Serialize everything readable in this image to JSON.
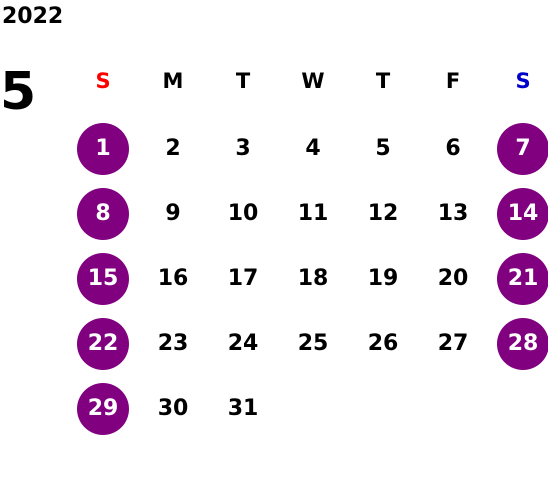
{
  "year": "2022",
  "month": "5",
  "weekday_headers": [
    "S",
    "M",
    "T",
    "W",
    "T",
    "F",
    "S"
  ],
  "weekend_circle_color": "#800080",
  "sunday_header_color": "#ff0000",
  "saturday_header_color": "#0000cc",
  "weeks": [
    [
      "1",
      "2",
      "3",
      "4",
      "5",
      "6",
      "7"
    ],
    [
      "8",
      "9",
      "10",
      "11",
      "12",
      "13",
      "14"
    ],
    [
      "15",
      "16",
      "17",
      "18",
      "19",
      "20",
      "21"
    ],
    [
      "22",
      "23",
      "24",
      "25",
      "26",
      "27",
      "28"
    ],
    [
      "29",
      "30",
      "31",
      "",
      "",
      "",
      ""
    ]
  ]
}
